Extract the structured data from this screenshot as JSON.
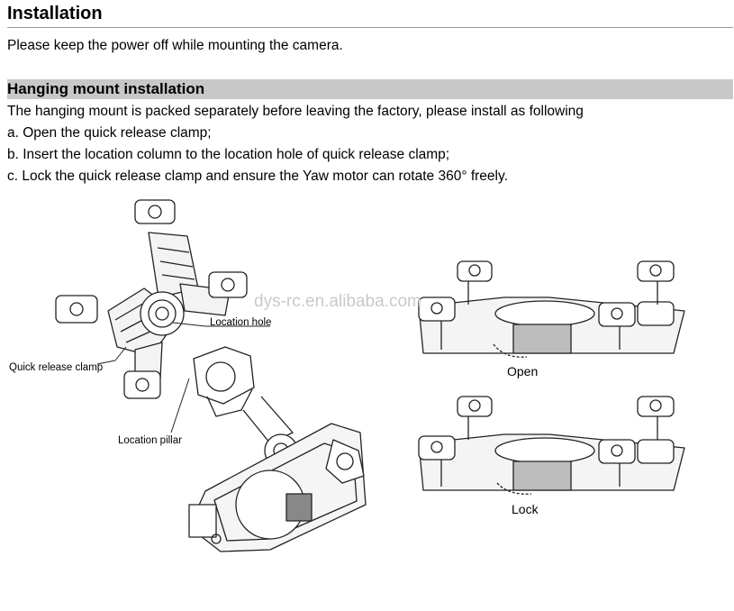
{
  "heading": "Installation",
  "intro": "Please keep the power off while mounting the camera.",
  "section": {
    "title": "Hanging mount installation",
    "lead": "The hanging mount is packed separately before leaving the factory, please install as following",
    "steps": [
      "a. Open the quick release clamp;",
      "b. Insert the location column to the location hole of quick release clamp;",
      "c. Lock the quick release clamp and ensure the Yaw motor can rotate 360° freely."
    ]
  },
  "figure": {
    "labels": {
      "location_hole": "Location hole",
      "quick_release_clamp": "Quick release clamp",
      "location_pillar": "Location pillar"
    },
    "captions": {
      "open": "Open",
      "lock": "Lock"
    },
    "watermark": "dys-rc.en.alibaba.com"
  }
}
